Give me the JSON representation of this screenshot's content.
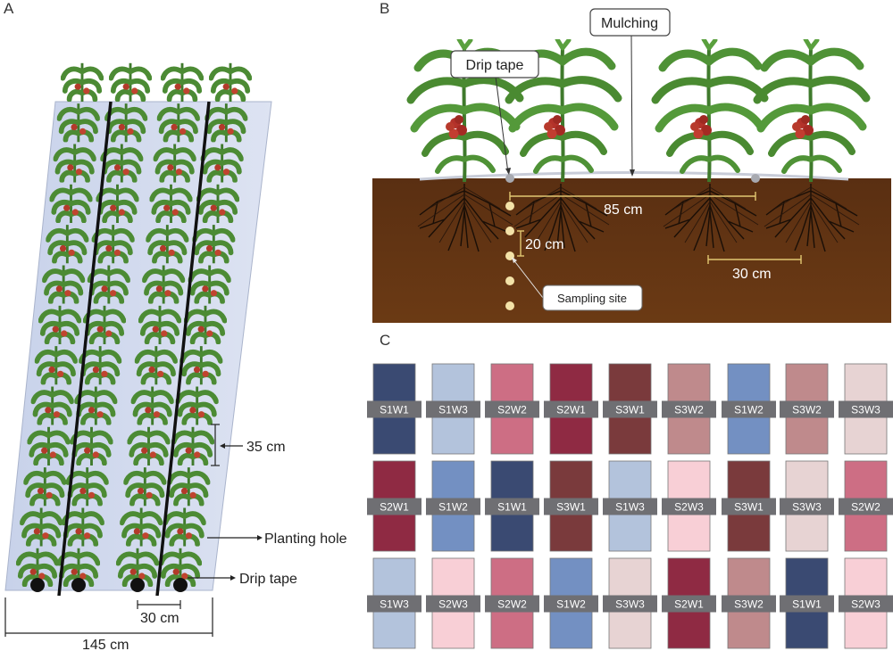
{
  "panels": {
    "a": "A",
    "b": "B",
    "c": "C"
  },
  "panel_a": {
    "spacing_35": "35 cm",
    "planting_hole": "Planting hole",
    "drip_tape": "Drip tape",
    "spacing_30": "30 cm",
    "width_145": "145 cm"
  },
  "panel_b": {
    "mulching": "Mulching",
    "drip_tape": "Drip tape",
    "row_85": "85 cm",
    "depth_20": "20 cm",
    "plant_30": "30 cm",
    "sampling_site": "Sampling site"
  },
  "panel_c": {
    "palette": {
      "S1W1": "#3a4a72",
      "S1W2": "#7390c2",
      "S1W3": "#b3c3dc",
      "S2W1": "#8f2a43",
      "S2W2": "#cd6e84",
      "S2W3": "#f8cfd6",
      "S3W1": "#7a3a3c",
      "S3W2": "#bf8a8c",
      "S3W3": "#e7d3d3"
    },
    "label_bar_color": "#6f6f73",
    "rows": [
      [
        "S1W1",
        "S1W3",
        "S2W2",
        "S2W1",
        "S3W1",
        "S3W2",
        "S1W2",
        "S3W2",
        "S3W3"
      ],
      [
        "S2W1",
        "S1W2",
        "S1W1",
        "S3W1",
        "S1W3",
        "S2W3",
        "S3W1",
        "S3W3",
        "S2W2"
      ],
      [
        "S1W3",
        "S2W3",
        "S2W2",
        "S1W2",
        "S3W3",
        "S2W1",
        "S3W2",
        "S1W1",
        "S2W3"
      ]
    ]
  }
}
